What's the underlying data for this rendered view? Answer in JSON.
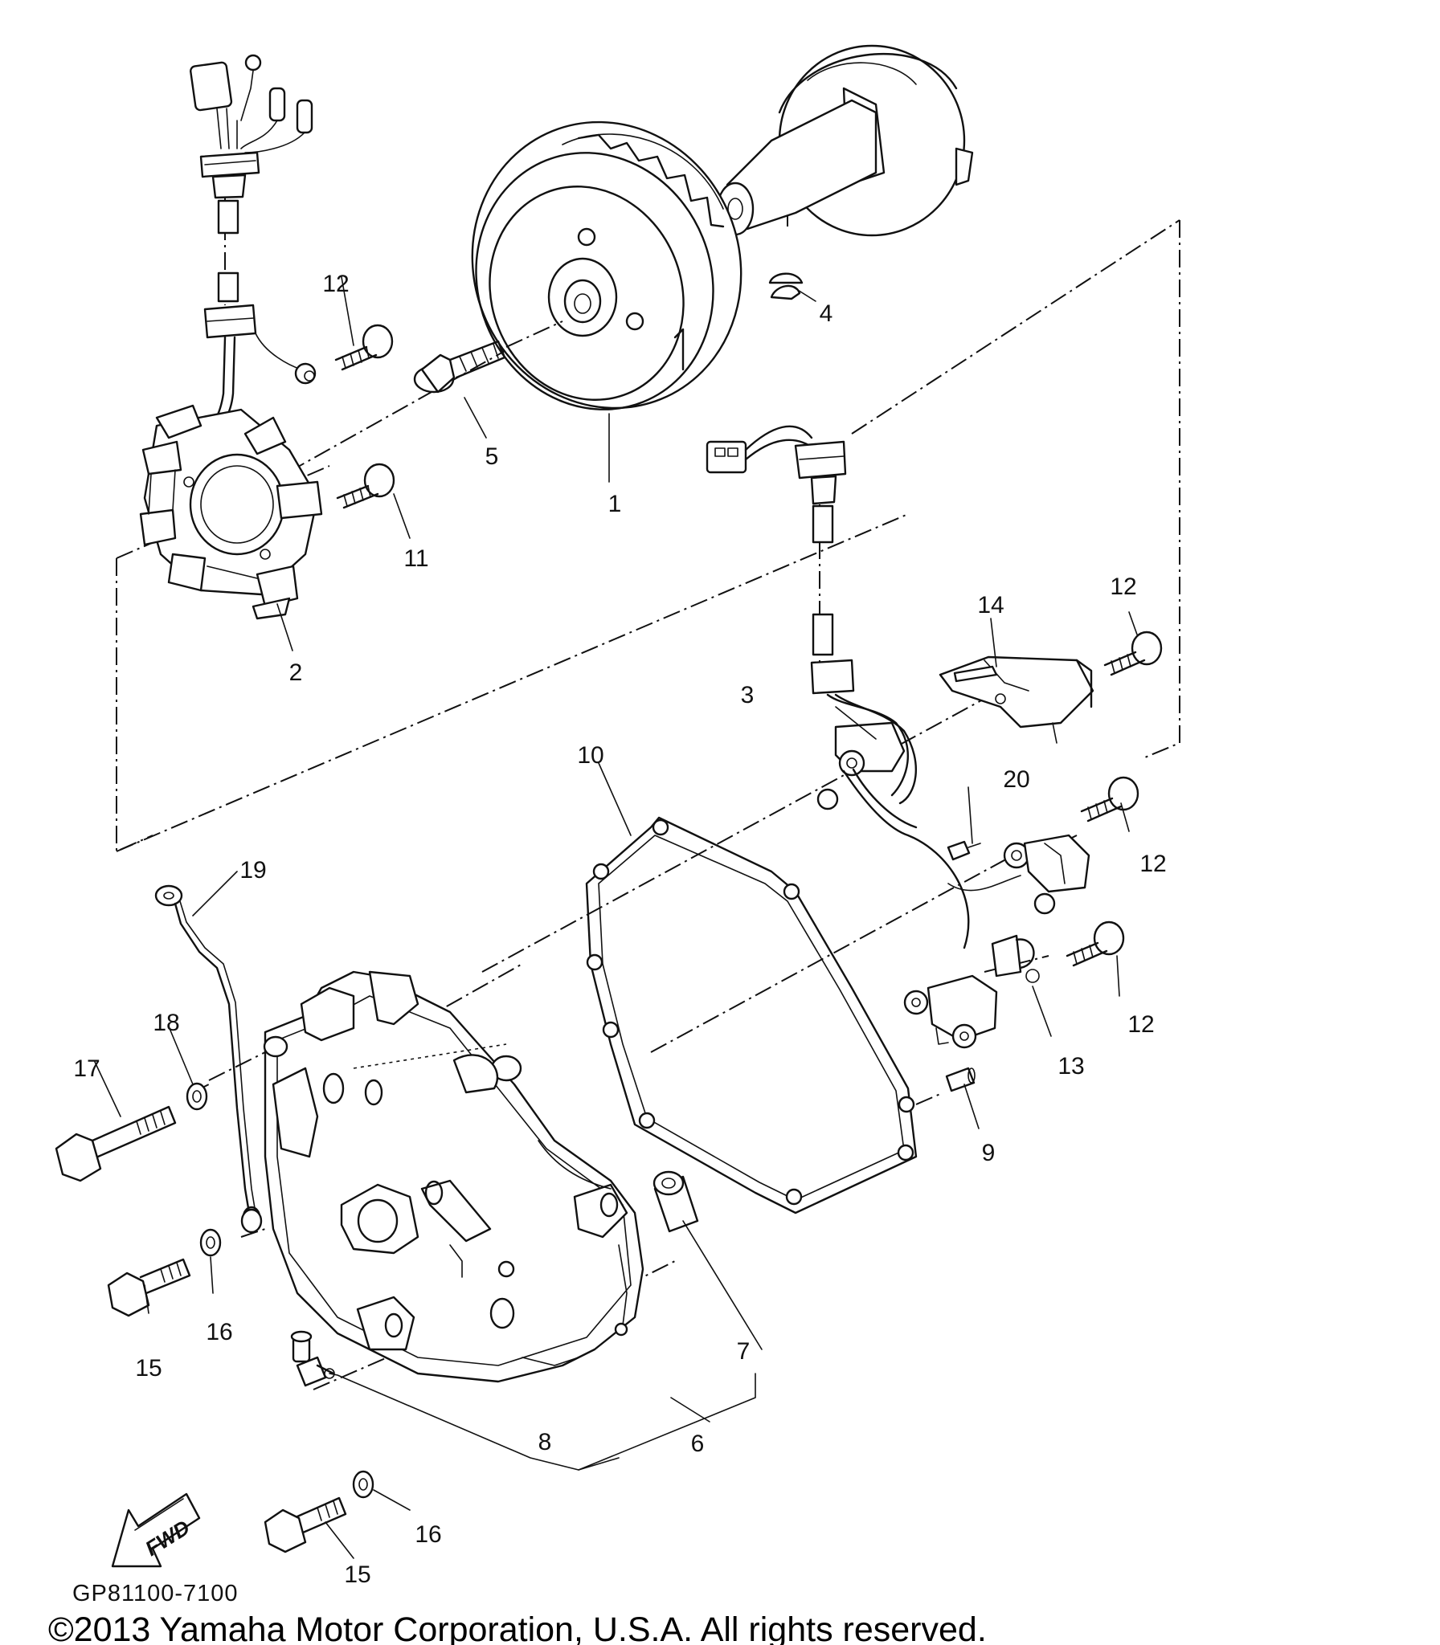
{
  "diagram": {
    "callouts": {
      "c1": "1",
      "c2": "2",
      "c3": "3",
      "c4": "4",
      "c5": "5",
      "c6": "6",
      "c7": "7",
      "c8": "8",
      "c9": "9",
      "c10": "10",
      "c11": "11",
      "c12a": "12",
      "c12b": "12",
      "c12c": "12",
      "c12d": "12",
      "c13": "13",
      "c14": "14",
      "c15a": "15",
      "c15b": "15",
      "c16a": "16",
      "c16b": "16",
      "c17": "17",
      "c18": "18",
      "c19": "19",
      "c20": "20"
    },
    "fwd_label": "FWD",
    "part_code": "GP81100-7100",
    "copyright": "©2013 Yamaha Motor Corporation, U.S.A. All rights reserved."
  },
  "colors": {
    "ink": "#111111",
    "background": "#ffffff"
  }
}
